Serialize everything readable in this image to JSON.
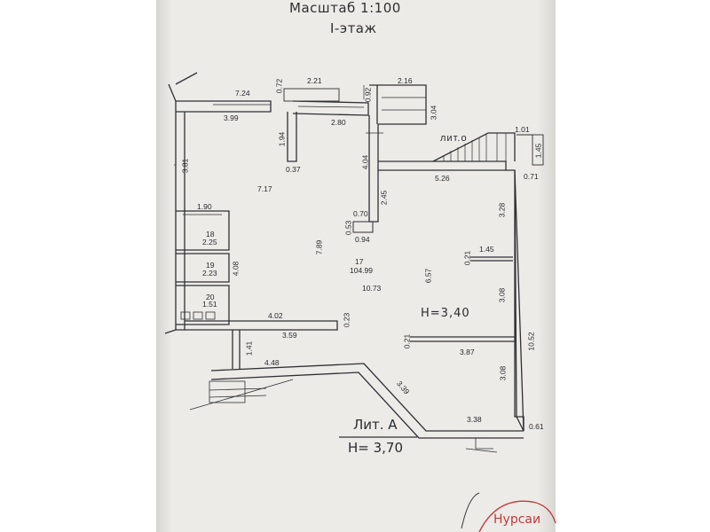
{
  "header": {
    "scale": "Масштаб 1:100",
    "floor": "I-этаж"
  },
  "rooms": [
    {
      "number": "17",
      "area": "104.99"
    },
    {
      "number": "18",
      "area": "2.25"
    },
    {
      "number": "19",
      "area": "2.23"
    },
    {
      "number": "20",
      "area": "1.51"
    }
  ],
  "lit_o": "лит.о",
  "lit_a": "Лит. А",
  "height_inner": "Н=3,40",
  "height_outer": "Н= 3,70",
  "stamp_text": "Нурсаи",
  "dims": {
    "d724": "7.24",
    "d072": "0.72",
    "d221": "2.21",
    "d092": "0.92",
    "d216": "2.16",
    "d399": "3.99",
    "d280": "2.80",
    "d304": "3.04",
    "d101": "1.01",
    "d145": "1.45",
    "d194": "1.94",
    "d037": "0.37",
    "d404": "4.04",
    "d526": "5.26",
    "d071": "0.71",
    "d381": "3.81",
    "d717": "7.17",
    "d245": "2.45",
    "d190": "1.90",
    "d070": "0.70",
    "d053": "0.53",
    "d094": "0.94",
    "d328": "3.28",
    "d789": "7.89",
    "d408": "4.08",
    "d145b": "1.45",
    "d021a": "0.21",
    "d657": "6.57",
    "d1073": "10.73",
    "d308a": "3.08",
    "d402": "4.02",
    "d023": "0.23",
    "d359": "3.59",
    "d141": "1.41",
    "d021b": "0.21",
    "d387": "3.87",
    "d1052": "10.52",
    "d448": "4.48",
    "d308b": "3.08",
    "d339": "3.39",
    "d338": "3.38",
    "d061": "0.61"
  },
  "colors": {
    "ink": "#2a2a30",
    "paper": "#ecebe8",
    "stamp": "#c23a3a"
  }
}
